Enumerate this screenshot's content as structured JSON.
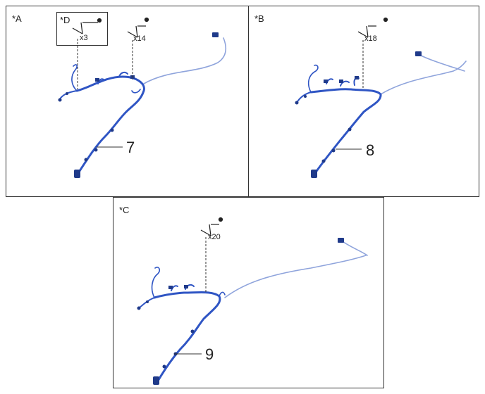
{
  "colors": {
    "harness_dark": "#1f3a8a",
    "harness_mid": "#2f55c4",
    "harness_light": "#8fa4dc",
    "line": "#333333"
  },
  "panels": [
    {
      "tag": "*A",
      "callout": "7",
      "qty": "x14",
      "detail": {
        "tag": "*D",
        "qty": "x3"
      }
    },
    {
      "tag": "*B",
      "callout": "8",
      "qty": "x18"
    },
    {
      "tag": "*C",
      "callout": "9",
      "qty": "x20"
    }
  ],
  "icons": [
    "clip-icon"
  ]
}
